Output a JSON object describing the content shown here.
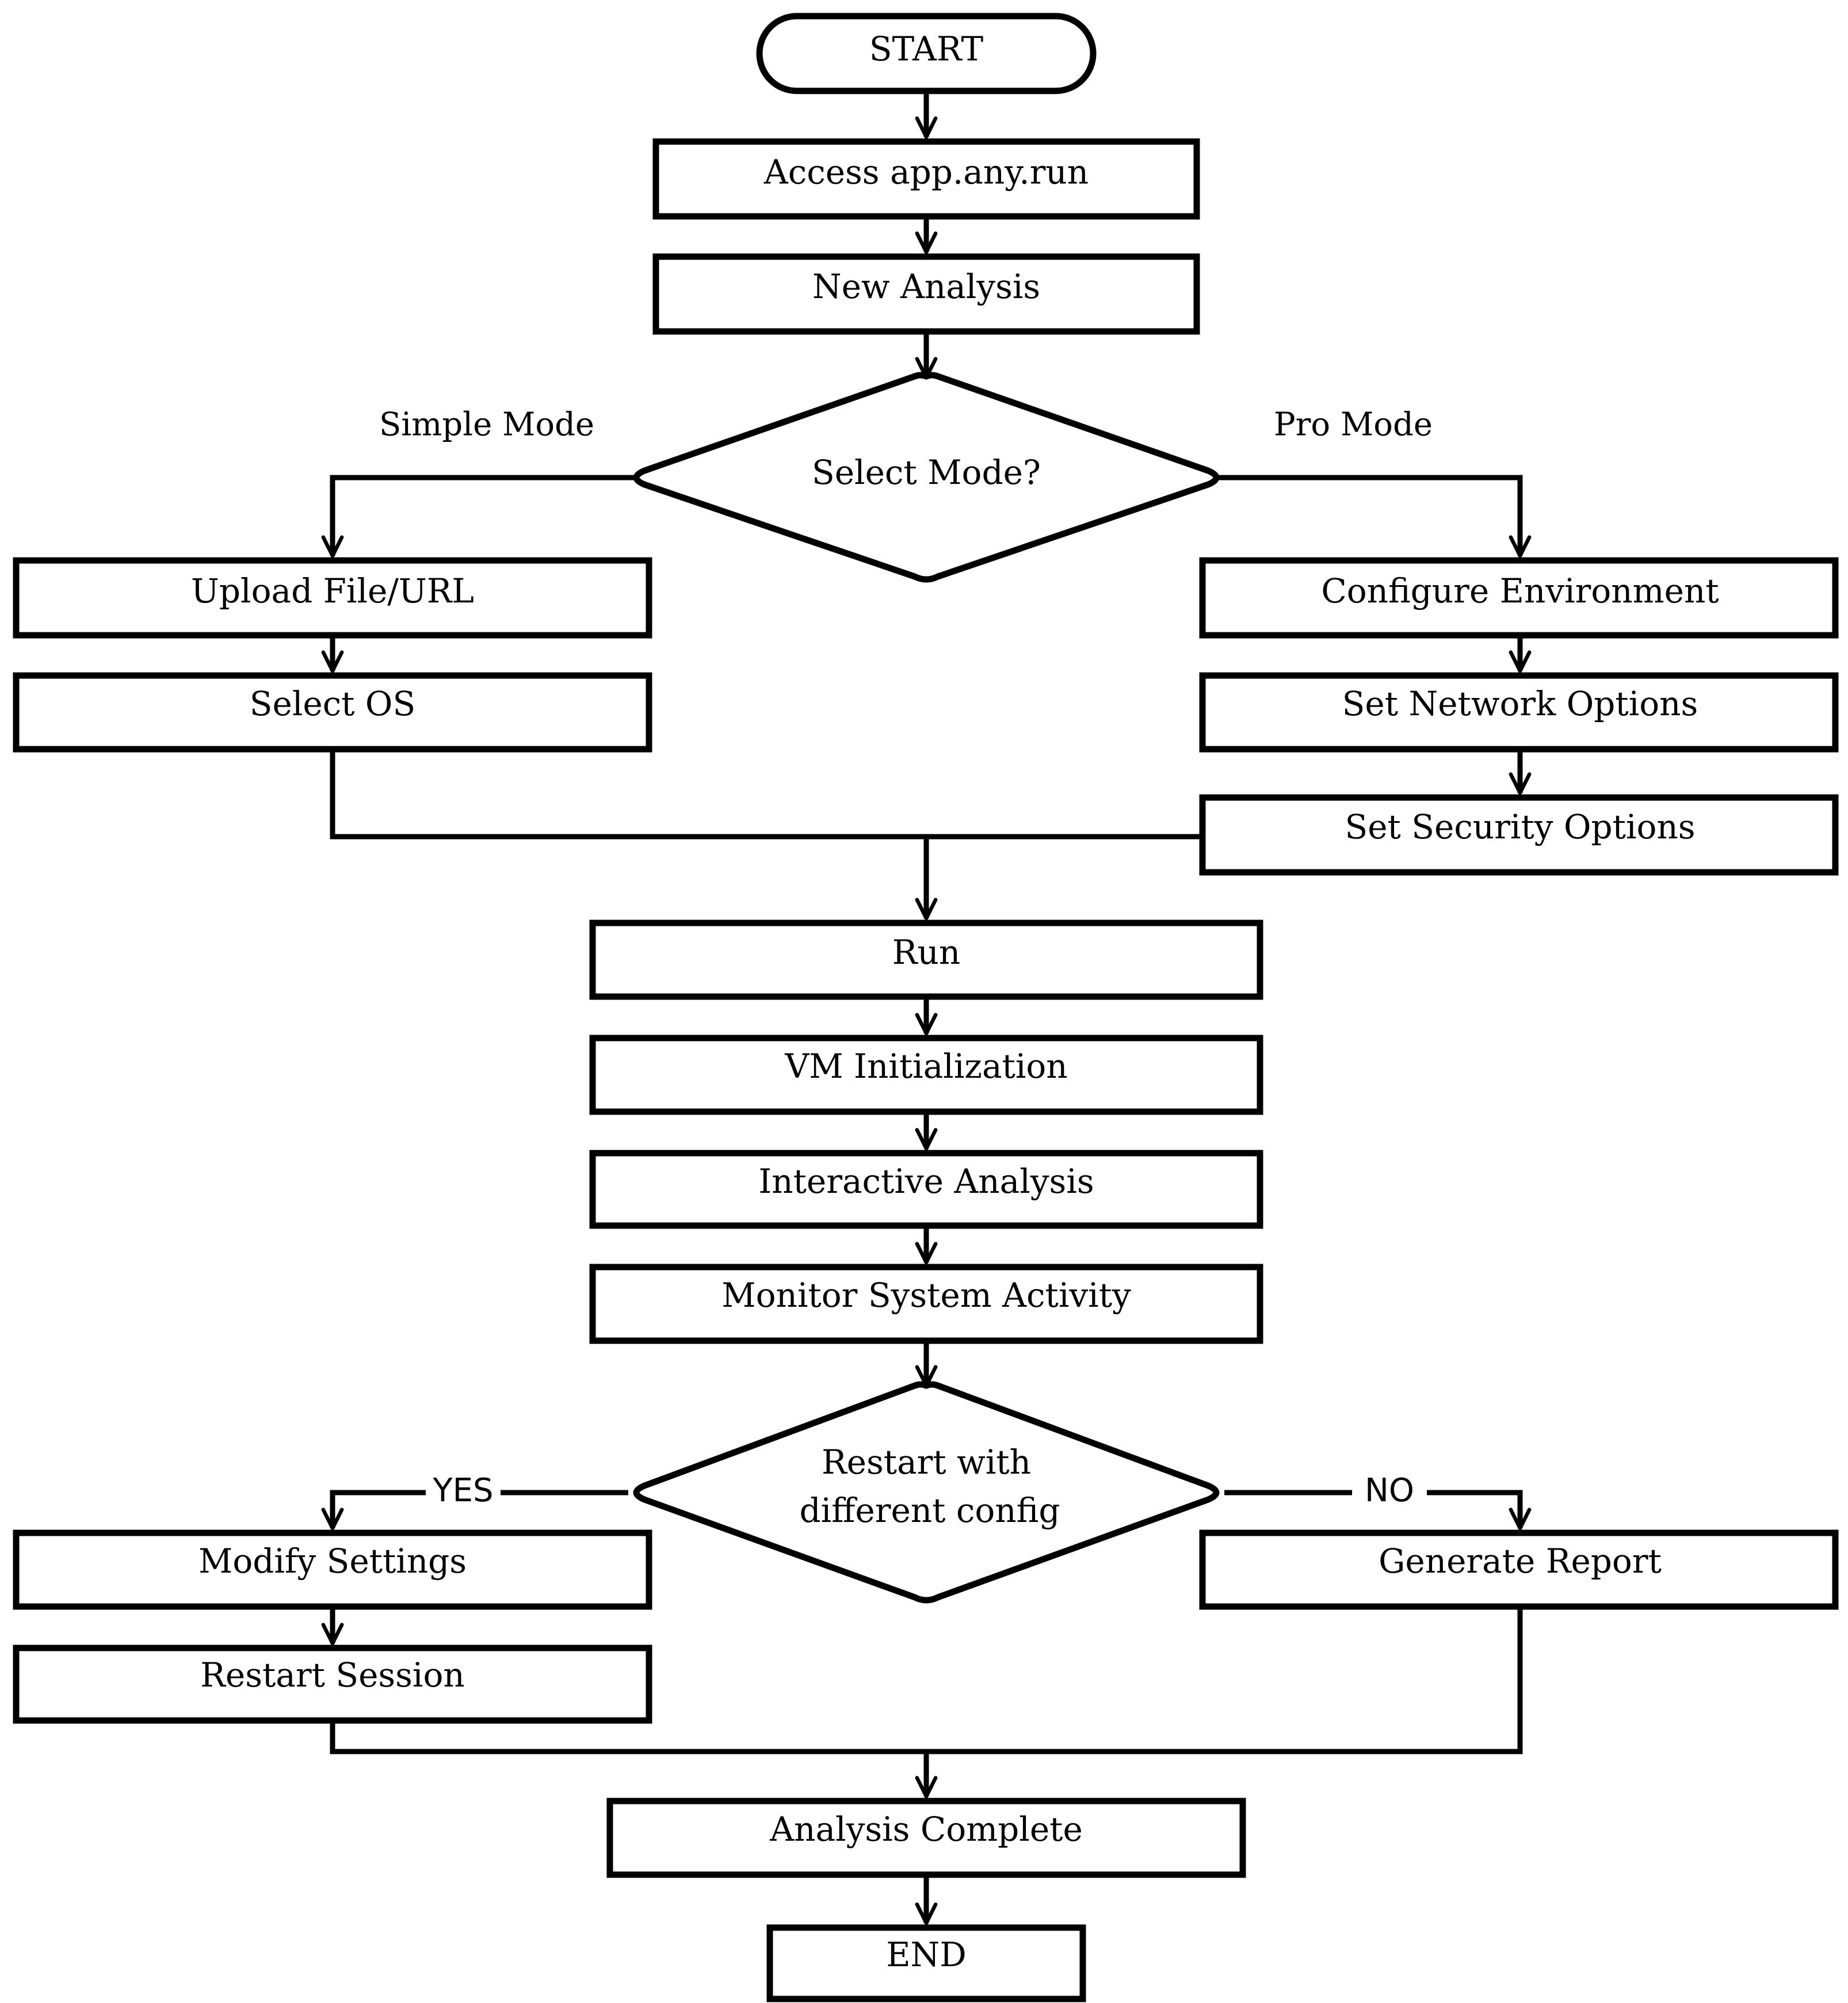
{
  "nodes": {
    "start": "START",
    "access": "Access app.any.run",
    "new_analysis": "New Analysis",
    "select_mode": "Select Mode?",
    "upload": "Upload File/URL",
    "select_os": "Select OS",
    "configure_env": "Configure Environment",
    "network_opts": "Set Network Options",
    "security_opts": "Set Security Options",
    "run": "Run",
    "vm_init": "VM Initialization",
    "interactive": "Interactive Analysis",
    "monitor": "Monitor System Activity",
    "restart_decision_line1": "Restart with",
    "restart_decision_line2": "different config",
    "modify_settings": "Modify Settings",
    "restart_session": "Restart Session",
    "generate_report": "Generate Report",
    "analysis_complete": "Analysis Complete",
    "end": "END"
  },
  "labels": {
    "simple_mode": "Simple Mode",
    "pro_mode": "Pro Mode",
    "yes": "YES",
    "no": "NO"
  },
  "colors": {
    "stroke": "#000000",
    "fill": "#ffffff",
    "text": "#000000"
  }
}
